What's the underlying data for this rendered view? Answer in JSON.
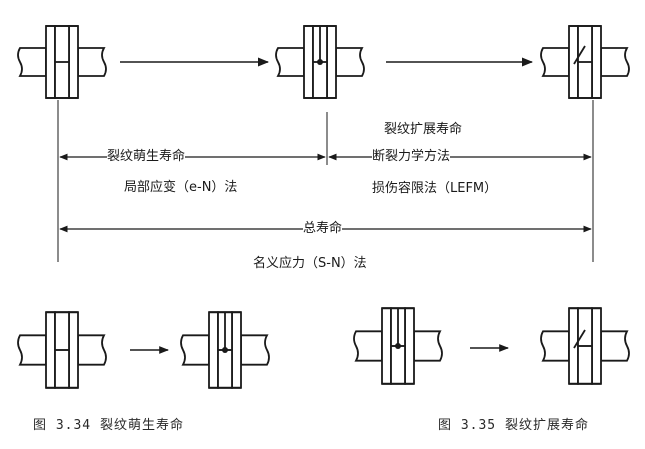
{
  "top": {
    "initiation_life": "裂纹萌生寿命",
    "initiation_method": "局部应变（e-N）法",
    "propagation_life": "裂纹扩展寿命",
    "propagation_method_1": "断裂力学方法",
    "propagation_method_2": "损伤容限法（LEFM）",
    "total_life": "总寿命",
    "total_method": "名义应力（S-N）法"
  },
  "captions": {
    "fig_334": "图 3.34 裂纹萌生寿命",
    "fig_335": "图 3.35 裂纹扩展寿命"
  },
  "colors": {
    "ink": "#1a1a1a",
    "background": "#ffffff"
  }
}
